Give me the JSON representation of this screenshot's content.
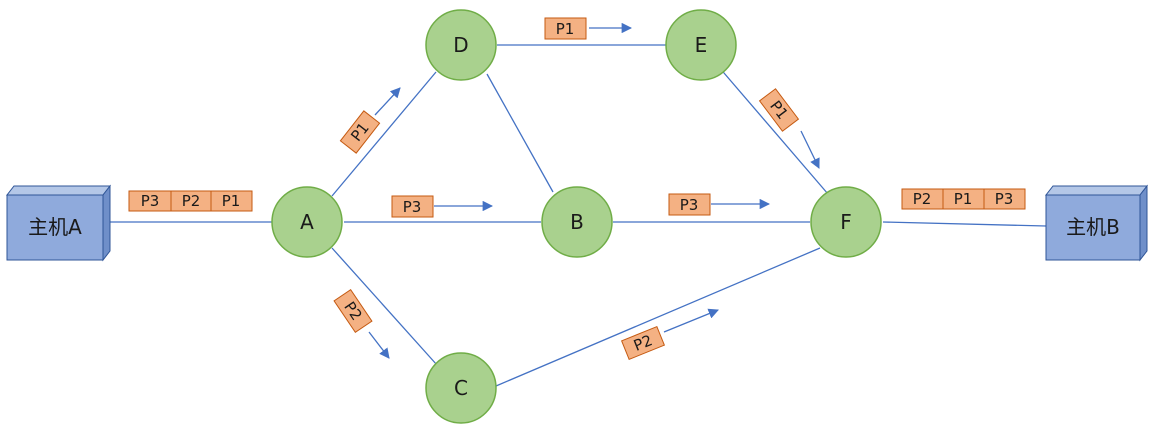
{
  "colors": {
    "node_fill": "#a9d18e",
    "node_stroke": "#70ad47",
    "host_fill": "#8faadc",
    "host_stroke": "#2f5597",
    "edge": "#4472c4",
    "packet_fill": "#f4b183",
    "packet_stroke": "#c55a11"
  },
  "hosts": {
    "left": "主机A",
    "right": "主机B"
  },
  "nodes": {
    "A": "A",
    "B": "B",
    "C": "C",
    "D": "D",
    "E": "E",
    "F": "F"
  },
  "packets": {
    "hostA_p3": "P3",
    "hostA_p2": "P2",
    "hostA_p1": "P1",
    "hostB_p2": "P2",
    "hostB_p1": "P1",
    "hostB_p3": "P3",
    "ad_p1": "P1",
    "de_p1": "P1",
    "ef_p1": "P1",
    "ab_p3": "P3",
    "bf_p3": "P3",
    "ac_p2": "P2",
    "cf_p2": "P2"
  }
}
